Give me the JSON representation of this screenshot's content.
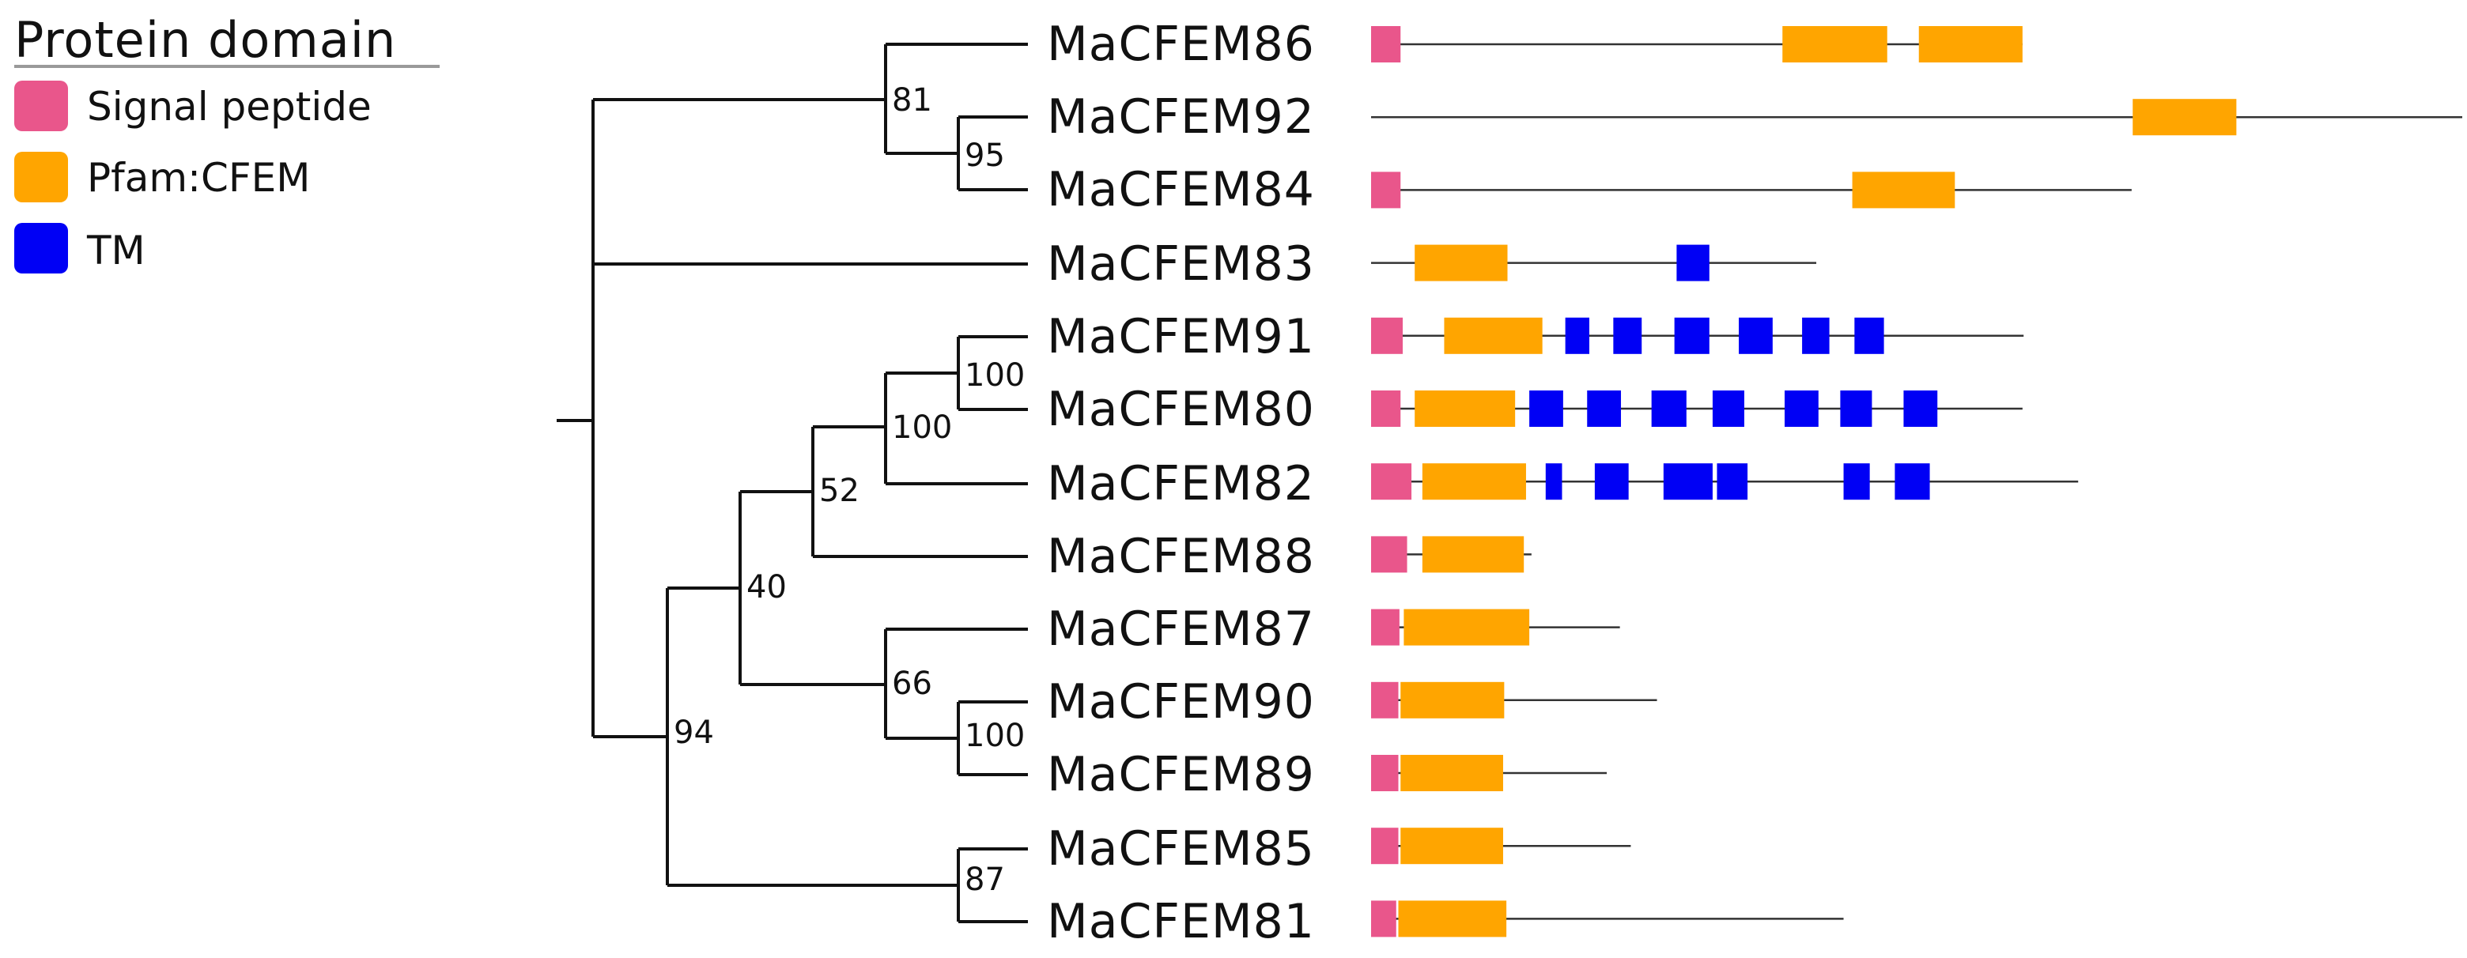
{
  "legend": {
    "title": "Protein domain",
    "items": [
      {
        "key": "signal",
        "label": "Signal peptide",
        "color": "#E9568B"
      },
      {
        "key": "cfem",
        "label": "Pfam:CFEM",
        "color": "#FFA500"
      },
      {
        "key": "tm",
        "label": "TM",
        "color": "#0000F5"
      }
    ]
  },
  "tree": {
    "taxa": [
      "MaCFEM86",
      "MaCFEM92",
      "MaCFEM84",
      "MaCFEM83",
      "MaCFEM91",
      "MaCFEM80",
      "MaCFEM82",
      "MaCFEM88",
      "MaCFEM87",
      "MaCFEM90",
      "MaCFEM89",
      "MaCFEM85",
      "MaCFEM81"
    ],
    "supports": [
      "81",
      "95",
      "100",
      "100",
      "52",
      "40",
      "66",
      "100",
      "94",
      "87"
    ]
  },
  "proteins": [
    {
      "name": "MaCFEM86",
      "length": 0.597,
      "domains": [
        [
          "signal",
          0.0,
          0.027
        ],
        [
          "cfem",
          0.377,
          0.473
        ],
        [
          "cfem",
          0.502,
          0.597
        ]
      ]
    },
    {
      "name": "MaCFEM92",
      "length": 1.0,
      "domains": [
        [
          "cfem",
          0.698,
          0.793
        ]
      ]
    },
    {
      "name": "MaCFEM84",
      "length": 0.697,
      "domains": [
        [
          "signal",
          0.0,
          0.027
        ],
        [
          "cfem",
          0.441,
          0.535
        ]
      ]
    },
    {
      "name": "MaCFEM83",
      "length": 0.408,
      "domains": [
        [
          "cfem",
          0.04,
          0.125
        ],
        [
          "tm",
          0.28,
          0.31
        ]
      ]
    },
    {
      "name": "MaCFEM91",
      "length": 0.598,
      "domains": [
        [
          "signal",
          0.0,
          0.029
        ],
        [
          "cfem",
          0.067,
          0.157
        ],
        [
          "tm",
          0.178,
          0.2
        ],
        [
          "tm",
          0.222,
          0.248
        ],
        [
          "tm",
          0.278,
          0.31
        ],
        [
          "tm",
          0.337,
          0.368
        ],
        [
          "tm",
          0.395,
          0.42
        ],
        [
          "tm",
          0.443,
          0.47
        ]
      ]
    },
    {
      "name": "MaCFEM80",
      "length": 0.597,
      "domains": [
        [
          "signal",
          0.0,
          0.027
        ],
        [
          "cfem",
          0.04,
          0.132
        ],
        [
          "tm",
          0.145,
          0.176
        ],
        [
          "tm",
          0.198,
          0.229
        ],
        [
          "tm",
          0.257,
          0.289
        ],
        [
          "tm",
          0.313,
          0.342
        ],
        [
          "tm",
          0.379,
          0.41
        ],
        [
          "tm",
          0.43,
          0.459
        ],
        [
          "tm",
          0.488,
          0.519
        ]
      ]
    },
    {
      "name": "MaCFEM82",
      "length": 0.648,
      "domains": [
        [
          "signal",
          0.0,
          0.037
        ],
        [
          "cfem",
          0.047,
          0.142
        ],
        [
          "tm",
          0.16,
          0.175
        ],
        [
          "tm",
          0.205,
          0.236
        ],
        [
          "tm",
          0.268,
          0.313
        ],
        [
          "tm",
          0.317,
          0.345
        ],
        [
          "tm",
          0.433,
          0.457
        ],
        [
          "tm",
          0.48,
          0.512
        ]
      ]
    },
    {
      "name": "MaCFEM88",
      "length": 0.147,
      "domains": [
        [
          "signal",
          0.0,
          0.033
        ],
        [
          "cfem",
          0.047,
          0.14
        ]
      ]
    },
    {
      "name": "MaCFEM87",
      "length": 0.228,
      "domains": [
        [
          "signal",
          0.0,
          0.026
        ],
        [
          "cfem",
          0.03,
          0.145
        ]
      ]
    },
    {
      "name": "MaCFEM90",
      "length": 0.262,
      "domains": [
        [
          "signal",
          0.0,
          0.025
        ],
        [
          "cfem",
          0.027,
          0.122
        ]
      ]
    },
    {
      "name": "MaCFEM89",
      "length": 0.216,
      "domains": [
        [
          "signal",
          0.0,
          0.025
        ],
        [
          "cfem",
          0.027,
          0.121
        ]
      ]
    },
    {
      "name": "MaCFEM85",
      "length": 0.238,
      "domains": [
        [
          "signal",
          0.0,
          0.025
        ],
        [
          "cfem",
          0.027,
          0.121
        ]
      ]
    },
    {
      "name": "MaCFEM81",
      "length": 0.433,
      "domains": [
        [
          "signal",
          0.0,
          0.023
        ],
        [
          "cfem",
          0.025,
          0.124
        ]
      ]
    }
  ]
}
